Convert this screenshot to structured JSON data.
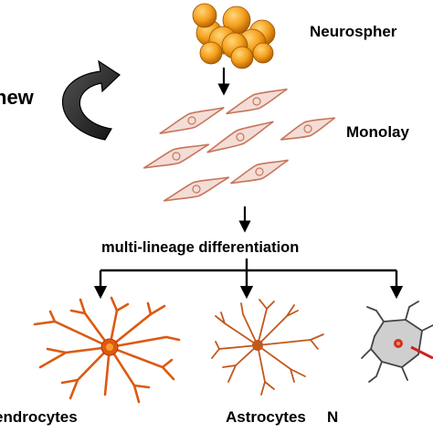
{
  "labels": {
    "renew": "new",
    "neurospheres": "Neurospher",
    "monolayer": "Monolay",
    "differentiation": "multi-lineage differentiation",
    "oligodendrocytes": "endrocytes",
    "astrocytes": "Astrocytes",
    "neurons": "N"
  },
  "colors": {
    "sphere": "#f5a01e",
    "sphere_dark": "#b35f00",
    "progenitor": "#c8755a",
    "progenitor_body": "#f3ddd6",
    "oligodendrocyte": "#dc5a12",
    "astrocyte": "#c2581c",
    "neuron_body": "#cfcfcf",
    "neuron_nucleus": "#cc3322",
    "neuron_axon": "#cc2222",
    "arrow": "#000000",
    "renew_arrow": "#222222"
  }
}
